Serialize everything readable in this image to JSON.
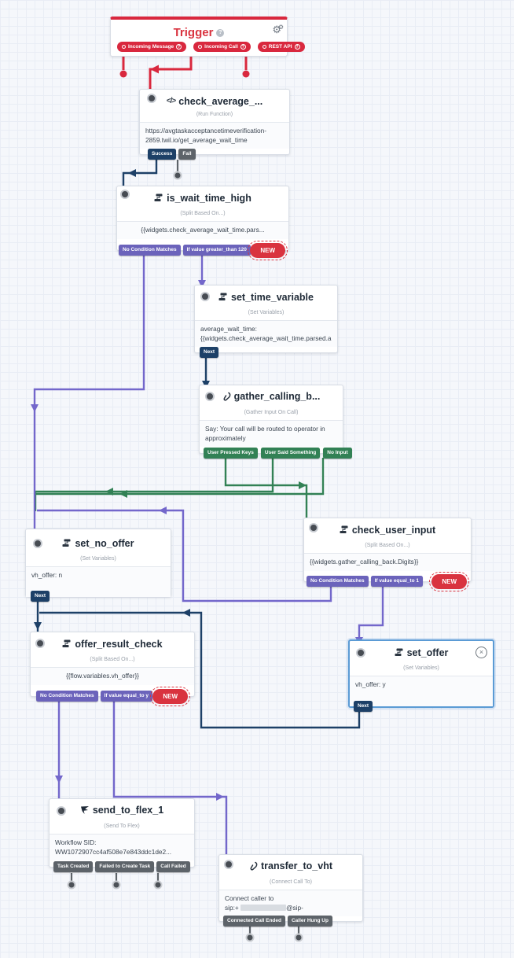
{
  "labels": {
    "new": "NEW"
  },
  "colors": {
    "red": "#d9283e",
    "purple_pill": "#6b63bb",
    "purple_wire": "#7367cb",
    "green": "#328155",
    "navy": "#1d4067",
    "gray": "#5d6369",
    "selected_border": "#5b9bd5",
    "canvas_bg": "#f5f7fb"
  },
  "icons": {
    "gear": "⚙",
    "help": "?",
    "code": "</>",
    "close": "×"
  },
  "trigger": {
    "title": "Trigger",
    "outputs": [
      "Incoming Message",
      "Incoming Call",
      "REST API"
    ]
  },
  "widgets": {
    "check_average": {
      "title": "check_average_...",
      "type": "(Run Function)",
      "body": [
        "https://avgtaskacceptancetimeverification-",
        "2859.twil.io/get_average_wait_time"
      ],
      "outputs": [
        "Success",
        "Fail"
      ]
    },
    "is_wait_time_high": {
      "title": "is_wait_time_high",
      "type": "(Split Based On...)",
      "body": [
        "{{widgets.check_average_wait_time.pars..."
      ],
      "outputs": [
        "No Condition Matches",
        "If value greater_than 120"
      ]
    },
    "set_time_variable": {
      "title": "set_time_variable",
      "type": "(Set Variables)",
      "body": [
        "average_wait_time:",
        "{{widgets.check_average_wait_time.parsed.a"
      ],
      "outputs": [
        "Next"
      ]
    },
    "gather_calling_back": {
      "title": "gather_calling_b...",
      "type": "(Gather Input On Call)",
      "body": [
        "Say: Your call will be routed to operator in",
        "approximately"
      ],
      "outputs": [
        "User Pressed Keys",
        "User Said Something",
        "No Input"
      ]
    },
    "set_no_offer": {
      "title": "set_no_offer",
      "type": "(Set Variables)",
      "body": [
        "vh_offer: n"
      ],
      "outputs": [
        "Next"
      ]
    },
    "check_user_input": {
      "title": "check_user_input",
      "type": "(Split Based On...)",
      "body": [
        "{{widgets.gather_calling_back.Digits}}"
      ],
      "outputs": [
        "No Condition Matches",
        "If value equal_to 1"
      ]
    },
    "offer_result_check": {
      "title": "offer_result_check",
      "type": "(Split Based On...)",
      "body": [
        "{{flow.variables.vh_offer}}"
      ],
      "outputs": [
        "No Condition Matches",
        "If value equal_to y"
      ]
    },
    "set_offer": {
      "title": "set_offer",
      "type": "(Set Variables)",
      "body": [
        "vh_offer: y"
      ],
      "outputs": [
        "Next"
      ]
    },
    "send_to_flex_1": {
      "title": "send_to_flex_1",
      "type": "(Send To Flex)",
      "body": [
        "Workflow SID:",
        "WW1072907cc4af508e7e843ddc1de2..."
      ],
      "outputs": [
        "Task Created",
        "Failed to Create Task",
        "Call Failed"
      ]
    },
    "transfer_to_vht": {
      "title": "transfer_to_vht",
      "type": "(Connect Call To)",
      "body": [
        "Connect caller to"
      ],
      "sip_prefix": "sip:+",
      "sip_suffix": "@sip-",
      "outputs": [
        "Connected Call Ended",
        "Caller Hung Up"
      ]
    }
  }
}
